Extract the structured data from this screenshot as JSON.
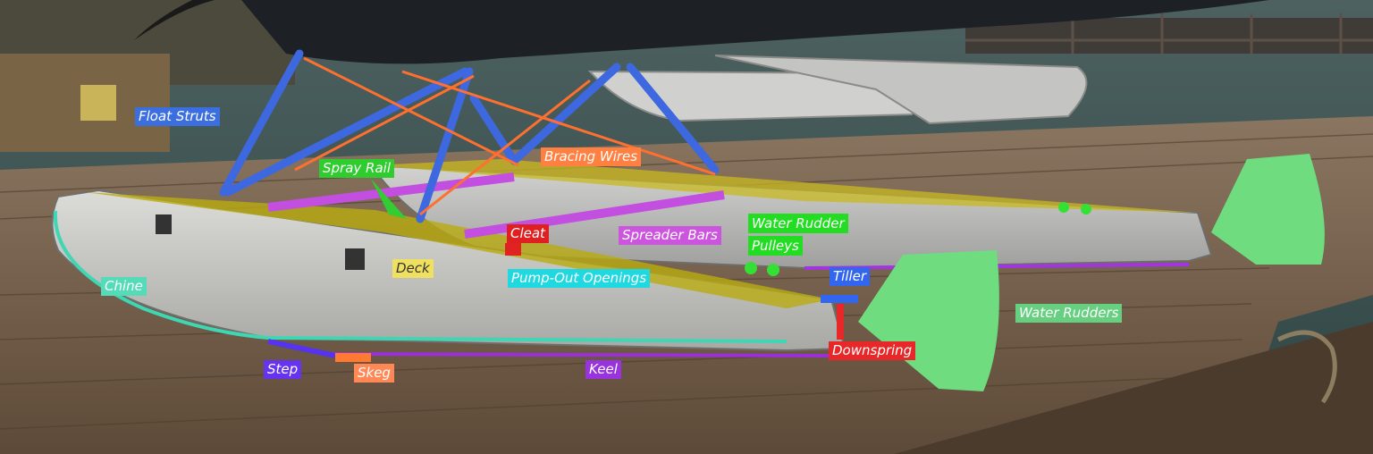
{
  "labels": {
    "float_struts": {
      "text": "Float Struts",
      "bg": "#3b6fe0",
      "fg": "#ffffff"
    },
    "spray_rail": {
      "text": "Spray Rail",
      "bg": "#2ecc2e",
      "fg": "#ffffff"
    },
    "bracing_wires": {
      "text": "Bracing Wires",
      "bg": "#ff8040",
      "fg": "#ffffff"
    },
    "water_rudder_pulleys_line1": {
      "text": "Water Rudder",
      "bg": "#22dd22",
      "fg": "#ffffff"
    },
    "water_rudder_pulleys_line2": {
      "text": "Pulleys",
      "bg": "#22dd22",
      "fg": "#ffffff"
    },
    "cleat": {
      "text": "Cleat",
      "bg": "#e02020",
      "fg": "#ffffff"
    },
    "spreader_bars": {
      "text": "Spreader Bars",
      "bg": "#cc55dd",
      "fg": "#ffffff"
    },
    "deck": {
      "text": "Deck",
      "bg": "#f0e060",
      "fg": "#333333"
    },
    "chine": {
      "text": "Chine",
      "bg": "#55dbb8",
      "fg": "#ffffff"
    },
    "pump_out_openings": {
      "text": "Pump-Out Openings",
      "bg": "#20d8e0",
      "fg": "#ffffff"
    },
    "tiller": {
      "text": "Tiller",
      "bg": "#3366ee",
      "fg": "#ffffff"
    },
    "water_rudders": {
      "text": "Water Rudders",
      "bg": "#66d080",
      "fg": "#ffffff"
    },
    "downspring": {
      "text": "Downspring",
      "bg": "#e82828",
      "fg": "#ffffff"
    },
    "step": {
      "text": "Step",
      "bg": "#6633ee",
      "fg": "#ffffff"
    },
    "skeg": {
      "text": "Skeg",
      "bg": "#ff8855",
      "fg": "#ffffff"
    },
    "keel": {
      "text": "Keel",
      "bg": "#9933dd",
      "fg": "#ffffff"
    }
  }
}
